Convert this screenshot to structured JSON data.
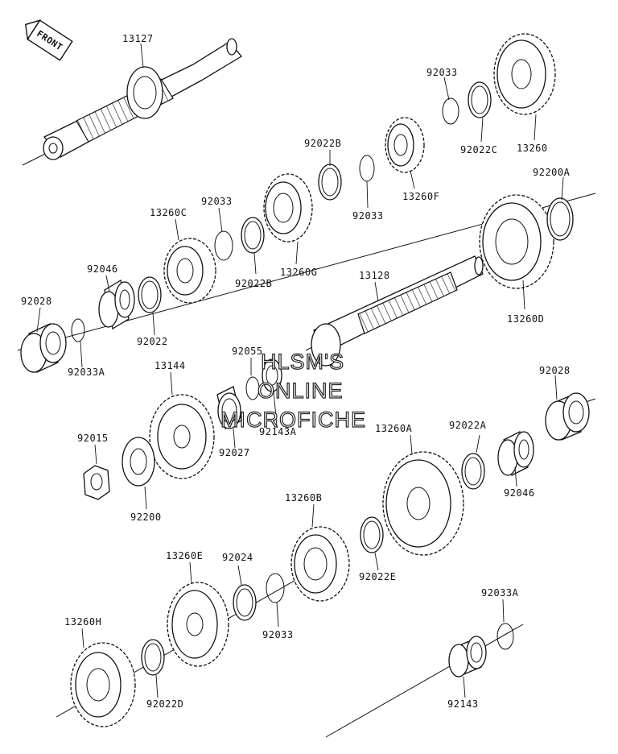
{
  "front_label": "FRONT",
  "watermark": [
    "HLSM'S",
    "ONLINE",
    "MICROFICHE"
  ],
  "labels": {
    "l13127": "13127",
    "l92033_a": "92033",
    "l13260": "13260",
    "l92022C": "92022C",
    "l92022B_a": "92022B",
    "l92033_b": "92033",
    "l13260F": "13260F",
    "l92200A": "92200A",
    "l92033_c": "92033",
    "l13260C": "13260C",
    "l92022B_b": "92022B",
    "l13260G": "13260G",
    "l92046_a": "92046",
    "l92028_a": "92028",
    "l92022": "92022",
    "l92033A_a": "92033A",
    "l13128": "13128",
    "l13260D": "13260D",
    "l92055": "92055",
    "l13144": "13144",
    "l92143A": "92143A",
    "l92027": "92027",
    "l92028_b": "92028",
    "l92015": "92015",
    "l13260A": "13260A",
    "l92022A": "92022A",
    "l92046_b": "92046",
    "l92200": "92200",
    "l13260B": "13260B",
    "l92022E": "92022E",
    "l13260E": "13260E",
    "l92024": "92024",
    "l92033_d": "92033",
    "l92033A_b": "92033A",
    "l13260H": "13260H",
    "l92022D": "92022D",
    "l92143": "92143"
  }
}
